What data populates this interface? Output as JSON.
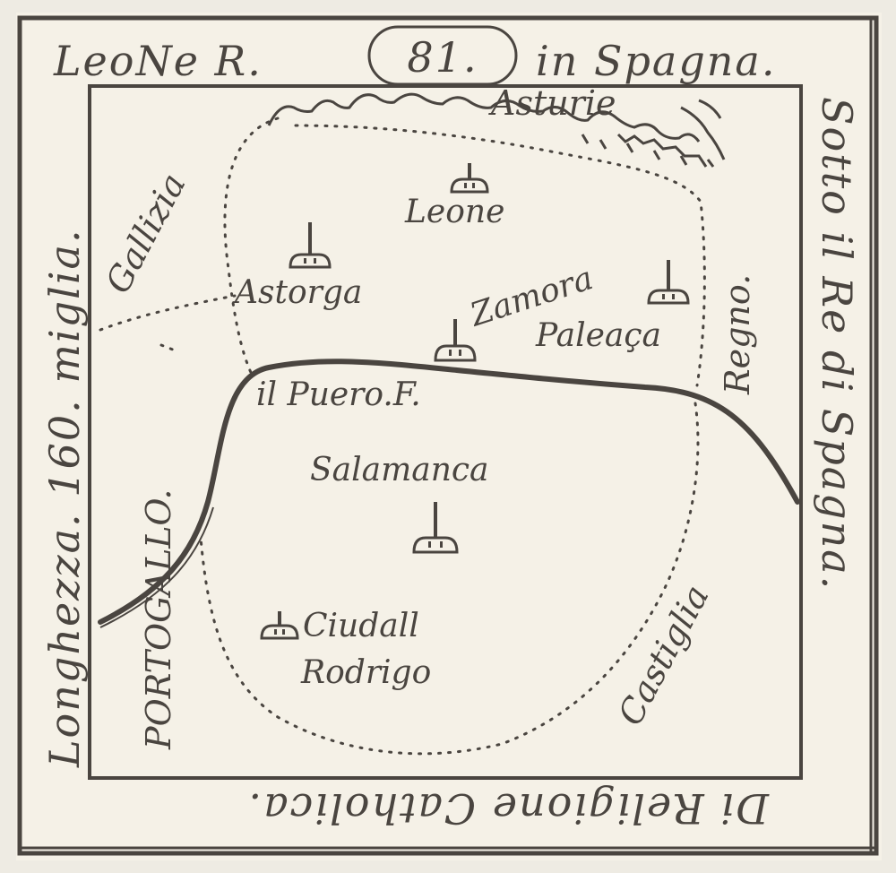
{
  "header": {
    "left": "LeoNe R.",
    "number": "81.",
    "right": "in Spagna."
  },
  "right_border": "Sotto il Re di Spagna.",
  "bottom_border": "Di Religione Catholica.",
  "left_border": "Longhezza. 160. miglia.",
  "regions": {
    "asturie": "Asturie",
    "gallizia": "Gallizia",
    "portogallo": "PORTOGALLO.",
    "regno": "Regno.",
    "castiglia": "Castiglia"
  },
  "river": {
    "label": "il Puero.F."
  },
  "cities": {
    "leone": "Leone",
    "astorga": "Astorga",
    "zamora": "Zamora",
    "paleaca": "Paleaça",
    "salamanca": "Salamanca",
    "ciudall": "Ciudall",
    "rodrigo": "Rodrigo"
  },
  "colors": {
    "paper": "#f5f1e7",
    "ink": "#4a4540",
    "background": "#eeebe3"
  },
  "icons": [
    "city-icon",
    "mountains-icon"
  ]
}
